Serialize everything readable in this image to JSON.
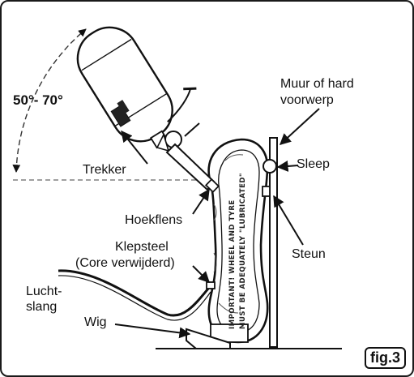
{
  "figure": {
    "angle_label": "50°- 70°",
    "labels": {
      "wall": "Muur of hard voorwerp",
      "trigger": "Trekker",
      "slide": "Sleep",
      "hook_flange": "Hoekflens",
      "support": "Steun",
      "valve_stem": "Klepsteel",
      "core_removed": "(Core verwijderd)",
      "air_hose": "Lucht-slang",
      "wedge": "Wig"
    },
    "tyre_text": {
      "line1": "IMPORTANT! WHEEL AND TYRE",
      "line2": "MUST BE ADEQUATELY \"LUBRICATED\""
    },
    "badge": "fig.3"
  }
}
